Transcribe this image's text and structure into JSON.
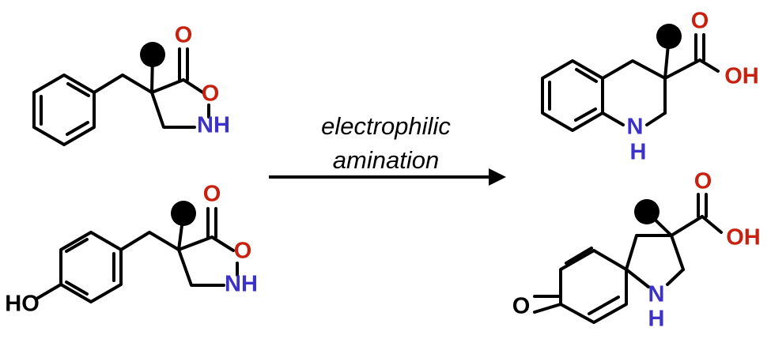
{
  "reaction": {
    "condition_line1": "electrophilic",
    "condition_line2": "amination"
  },
  "colors": {
    "oxygen": "#c8200e",
    "nitrogen": "#3c32c8",
    "bond": "#000000",
    "label_dark": "#000000"
  },
  "reactant_1": {
    "carbonyl_o": "O",
    "ring_o": "O",
    "ring_nh": "NH"
  },
  "reactant_2": {
    "carbonyl_o": "O",
    "ring_o": "O",
    "ring_nh": "NH",
    "hydroxyl": "HO"
  },
  "product_1": {
    "carbonyl_o": "O",
    "hydroxyl": "OH",
    "amine_n": "N",
    "amine_h": "H"
  },
  "product_2": {
    "carbonyl_o": "O",
    "hydroxyl": "OH",
    "amine_n": "N",
    "amine_h": "H",
    "ketone_o": "O"
  }
}
